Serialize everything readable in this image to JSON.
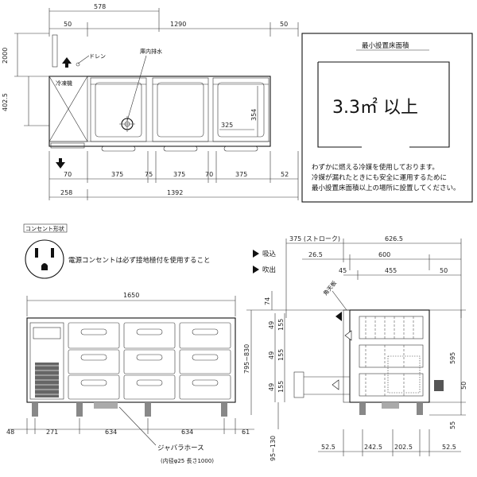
{
  "top_plan": {
    "dim_578": "578",
    "dim_50_left": "50",
    "dim_1290": "1290",
    "dim_50_right": "50",
    "dim_2000": "2000",
    "dim_402_5": "402.5",
    "label_drain": "ドレン",
    "label_drain_inner": "庫内排水",
    "label_refrigerant": "冷凍機",
    "dim_325": "325",
    "dim_354": "354",
    "bottom_dims": [
      "70",
      "375",
      "75",
      "375",
      "70",
      "375",
      "52"
    ],
    "dim_258": "258",
    "dim_1392": "1392"
  },
  "min_area": {
    "title": "最小設置床面積",
    "area_value": "3.3㎡ 以上",
    "note_lines": [
      "わずかに燃える冷媒を使用しております。",
      "冷媒が漏れたときにも安全に運用するために",
      "最小設置床面積以上の場所に設置してください。"
    ]
  },
  "outlet": {
    "caption": "コンセント形状",
    "notice": "電源コンセントは必ず接地極付を使用すること",
    "legend_intake": "吸込",
    "legend_exhaust": "吹出"
  },
  "front": {
    "dim_1650": "1650",
    "bottom_dims": [
      "48",
      "271",
      "634",
      "634",
      "61"
    ],
    "hose_label": "ジャバラホース",
    "hose_spec": "(内径φ25 長さ1000)"
  },
  "side": {
    "dim_375_stroke": "375 (ストローク)",
    "dim_626_5": "626.5",
    "dim_26_5": "26.5",
    "dim_600": "600",
    "dim_45": "45",
    "dim_455": "455",
    "dim_50_top": "50",
    "label_angle": "角天板",
    "dim_74": "74",
    "dim_795_830": "795~830",
    "left_dims": [
      "49",
      "155",
      "49",
      "155",
      "49",
      "155"
    ],
    "dim_595": "595",
    "dim_50_r": "50",
    "dim_55": "55",
    "dim_95_130": "95~130",
    "bottom_dims": [
      "52.5",
      "242.5",
      "202.5",
      "52.5"
    ]
  }
}
